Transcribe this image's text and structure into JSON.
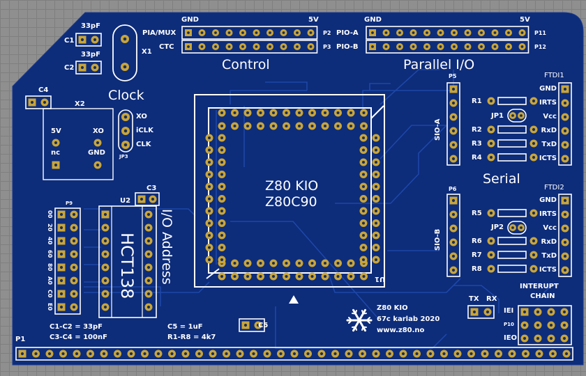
{
  "board": {
    "title": "Z80 KIO",
    "subtitle": "Z80C90",
    "credit_line1": "Z80 KIO",
    "credit_line2": "67c karlab 2020",
    "credit_line3": "www.z80.no"
  },
  "labels": {
    "c1": "C1",
    "c1_val": "33pF",
    "c2": "C2",
    "c2_val": "33pF",
    "x1": "X1",
    "x2": "X2",
    "c4": "C4",
    "clock": "Clock",
    "x2_5v": "5V",
    "x2_xo": "XO",
    "x2_nc": "nc",
    "x2_gnd": "GND",
    "jp3": "JP3",
    "jp3_xo": "XO",
    "jp3_iclk": "iCLK",
    "jp3_clk": "CLK",
    "gnd_top_left": "GND",
    "five_v_top_left": "5V",
    "pia_mux": "PIA/MUX",
    "ctc": "CTC",
    "p2": "P2",
    "p3": "P3",
    "control": "Control",
    "gnd_top_right": "GND",
    "five_v_top_right": "5V",
    "pio_a": "PIO-A",
    "pio_b": "PIO-B",
    "p11": "P11",
    "p12": "P12",
    "parallel_io": "Parallel I/O",
    "p5": "P5",
    "sio_a": "SIO-A",
    "p6": "P6",
    "sio_b": "SIO-B",
    "ftdi1": "FTDI1",
    "ftdi2": "FTDI2",
    "serial": "Serial",
    "jp1": "JP1",
    "jp2": "JP2",
    "r1": "R1",
    "r2": "R2",
    "r3": "R3",
    "r4": "R4",
    "r5": "R5",
    "r6": "R6",
    "r7": "R7",
    "r8": "R8",
    "ftdi_pins": [
      "GND",
      "IRTS",
      "Vcc",
      "RxD",
      "TxD",
      "ICTS"
    ],
    "p9": "P9",
    "u2": "U2",
    "c3": "C3",
    "hct138": "HCT138",
    "io_address": "I/O Address",
    "addresses": [
      "00",
      "20",
      "40",
      "60",
      "80",
      "A0",
      "C0",
      "E0"
    ],
    "u1": "U1",
    "cap_note1": "C1-C2 = 33pF",
    "cap_note2": "C3-C4 = 100nF",
    "c5_note": "C5 = 1uF",
    "r_note": "R1-R8 = 4k7",
    "c5": "C5",
    "p1": "P1",
    "tx": "TX",
    "rx": "RX",
    "interrupt": "INTERUPT",
    "chain": "CHAIN",
    "iei": "IEI",
    "p10": "P10",
    "ieo": "IEO"
  },
  "colors": {
    "board": "#0d2c7a",
    "trace": "#1d47a8",
    "silk": "#ffffff",
    "pad": "#c9a53a",
    "pad_hole": "#1c2f57",
    "background": "#8f8f8f"
  },
  "icons": {
    "logo": "snowflake-logo",
    "pin1_marker": "triangle-up-icon"
  }
}
